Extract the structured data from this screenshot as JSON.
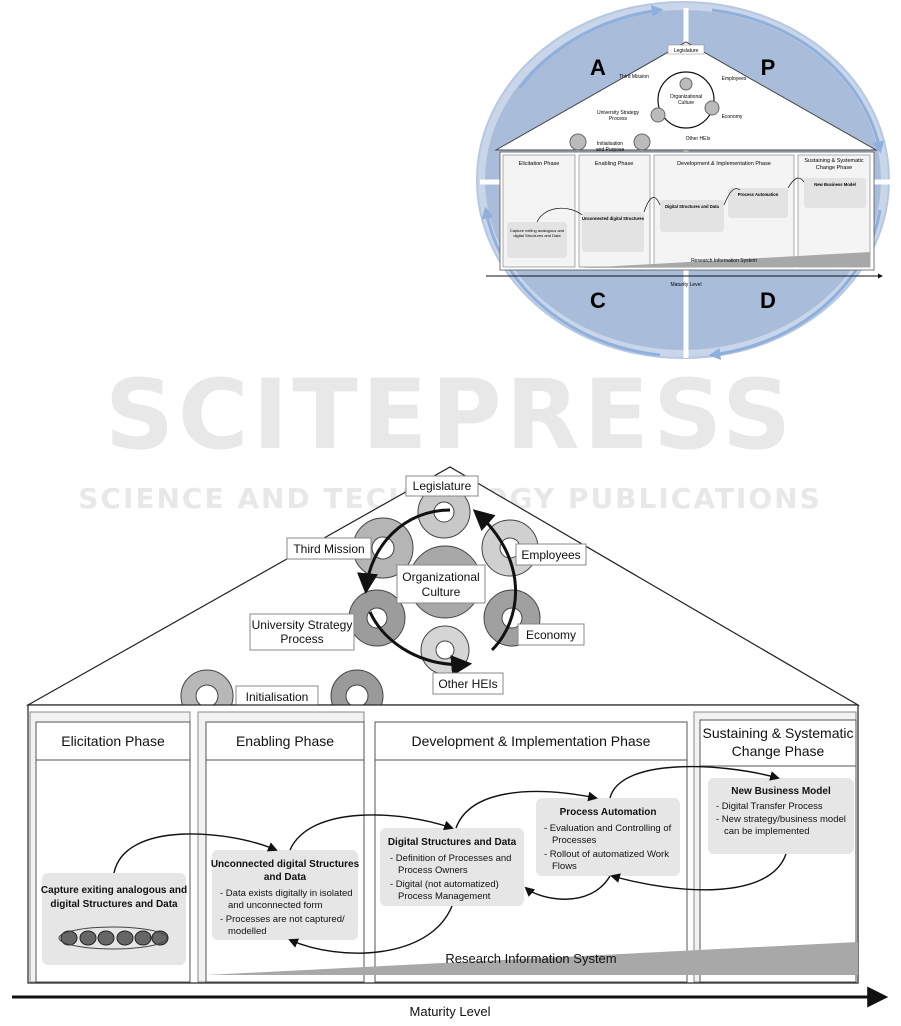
{
  "watermark": {
    "main": "SCITEPRESS",
    "sub": "SCIENCE AND TECHNOLOGY PUBLICATIONS"
  },
  "cycle": {
    "quadrants": [
      "A",
      "P",
      "C",
      "D"
    ]
  },
  "roof": {
    "legislature": "Legislature",
    "third_mission": "Third Mission",
    "employees": "Employees",
    "org_culture": [
      "Organizational",
      "Culture"
    ],
    "strategy": [
      "University Strategy",
      "Process"
    ],
    "economy": "Economy",
    "other_heis": "Other HEIs",
    "init": [
      "Initialisation",
      "and Purpose"
    ]
  },
  "phases": {
    "elicitation": "Elicitation Phase",
    "enabling": "Enabling Phase",
    "development": "Development & Implementation Phase",
    "sustaining": [
      "Sustaining & Systematic",
      "Change Phase"
    ]
  },
  "boxes": {
    "capture": [
      "Capture exiting analogous and",
      "digital Structures and Data"
    ],
    "unconnected": {
      "title": [
        "Unconnected digital Structures",
        "and Data"
      ],
      "items": [
        "- Data exists digitally in isolated",
        "and unconnected form",
        "- Processes are not captured/",
        "modelled"
      ]
    },
    "digital": {
      "title": "Digital Structures and Data",
      "items": [
        "- Definition of Processes and",
        "Process Owners",
        "- Digital (not automatized)",
        "Process Management"
      ]
    },
    "automation": {
      "title": "Process Automation",
      "items": [
        "- Evaluation and Controlling of",
        "Processes",
        "- Rollout of automatized Work",
        "Flows"
      ]
    },
    "business": {
      "title": "New Business Model",
      "items": [
        "- Digital Transfer Process",
        "- New strategy/business model",
        "can be implemented"
      ]
    }
  },
  "research_system": "Research Information System",
  "axis": {
    "label": "Maturity Level"
  },
  "colors": {
    "circle": "#a9bddb",
    "circle_dark": "#8fa6c8",
    "box_fill": "#e6e6e6",
    "bar": "#a8a8a8"
  }
}
